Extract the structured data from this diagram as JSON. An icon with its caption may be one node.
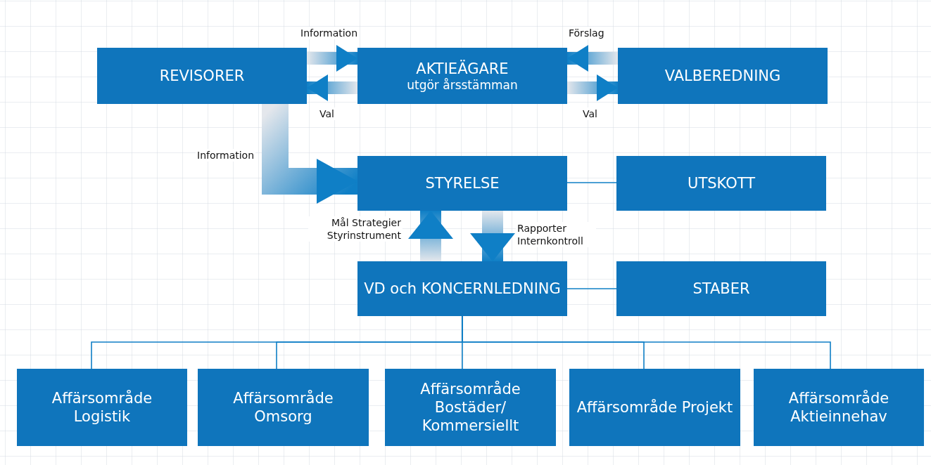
{
  "diagram": {
    "nodes": [
      {
        "text": [
          "REVISORER"
        ]
      },
      {
        "text": [
          "AKTIEÄGARE",
          "utgör årsstämman"
        ]
      },
      {
        "text": [
          "VALBEREDNING"
        ]
      },
      {
        "text": [
          "STYRELSE"
        ]
      },
      {
        "text": [
          "UTSKOTT"
        ]
      },
      {
        "text": [
          "VD och KONCERNLEDNING"
        ]
      },
      {
        "text": [
          "STABER"
        ]
      },
      {
        "text": [
          "Affärsområde Logistik"
        ]
      },
      {
        "text": [
          "Affärsområde Omsorg"
        ]
      },
      {
        "text": [
          "Affärsområde Bostäder/ Kommersiellt"
        ]
      },
      {
        "text": [
          "Affärsområde Projekt"
        ]
      },
      {
        "text": [
          "Affärsområde Aktieinnehav"
        ]
      }
    ],
    "edges": [
      {
        "from": 0,
        "to": 1,
        "arrow": "to",
        "label": "Information",
        "style": "thick"
      },
      {
        "from": 1,
        "to": 0,
        "arrow": "to",
        "label": "Val",
        "style": "thick"
      },
      {
        "from": 2,
        "to": 1,
        "arrow": "to",
        "label": "Förslag",
        "style": "thick"
      },
      {
        "from": 1,
        "to": 2,
        "arrow": "to",
        "label": "Val",
        "style": "thick"
      },
      {
        "from": 0,
        "to": 3,
        "arrow": "to",
        "label": "Information",
        "style": "thick"
      },
      {
        "from": 5,
        "to": 3,
        "arrow": "to",
        "label": "Mål Strategier Styrinstrument",
        "style": "thick"
      },
      {
        "from": 3,
        "to": 5,
        "arrow": "to",
        "label": "Rapporter Internkontroll",
        "style": "thick"
      },
      {
        "from": 3,
        "to": 4,
        "arrow": "none"
      },
      {
        "from": 5,
        "to": 6,
        "arrow": "none"
      },
      {
        "from": 5,
        "to": 7,
        "arrow": "none"
      },
      {
        "from": 5,
        "to": 8,
        "arrow": "none"
      },
      {
        "from": 5,
        "to": 9,
        "arrow": "none"
      },
      {
        "from": 5,
        "to": 10,
        "arrow": "none"
      },
      {
        "from": 5,
        "to": 11,
        "arrow": "none"
      }
    ]
  }
}
